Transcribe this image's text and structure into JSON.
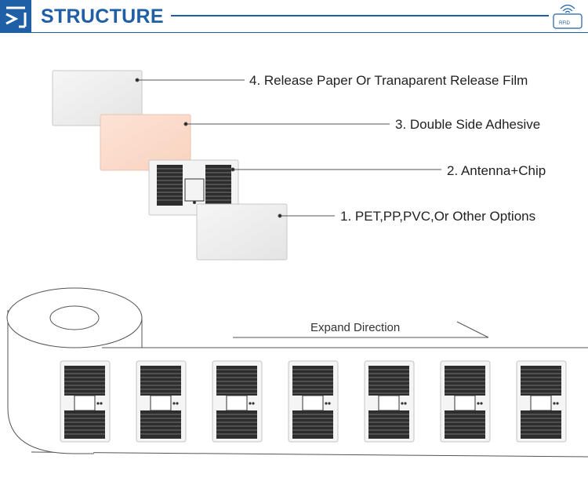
{
  "header": {
    "title": "STRUCTURE",
    "badge_text": "RFID",
    "accent_color": "#1f5fa6",
    "logo_icon": "logo-icon",
    "badge_icon": "rfid-wireless-icon"
  },
  "layers": [
    {
      "label": "4. Release Paper Or Tranaparent Release Film"
    },
    {
      "label": "3. Double Side Adhesive"
    },
    {
      "label": "2. Antenna+Chip"
    },
    {
      "label": "1. PET,PP,PVC,Or Other Options"
    }
  ],
  "roll": {
    "expand_label": "Expand Direction",
    "tag_count": 7
  }
}
